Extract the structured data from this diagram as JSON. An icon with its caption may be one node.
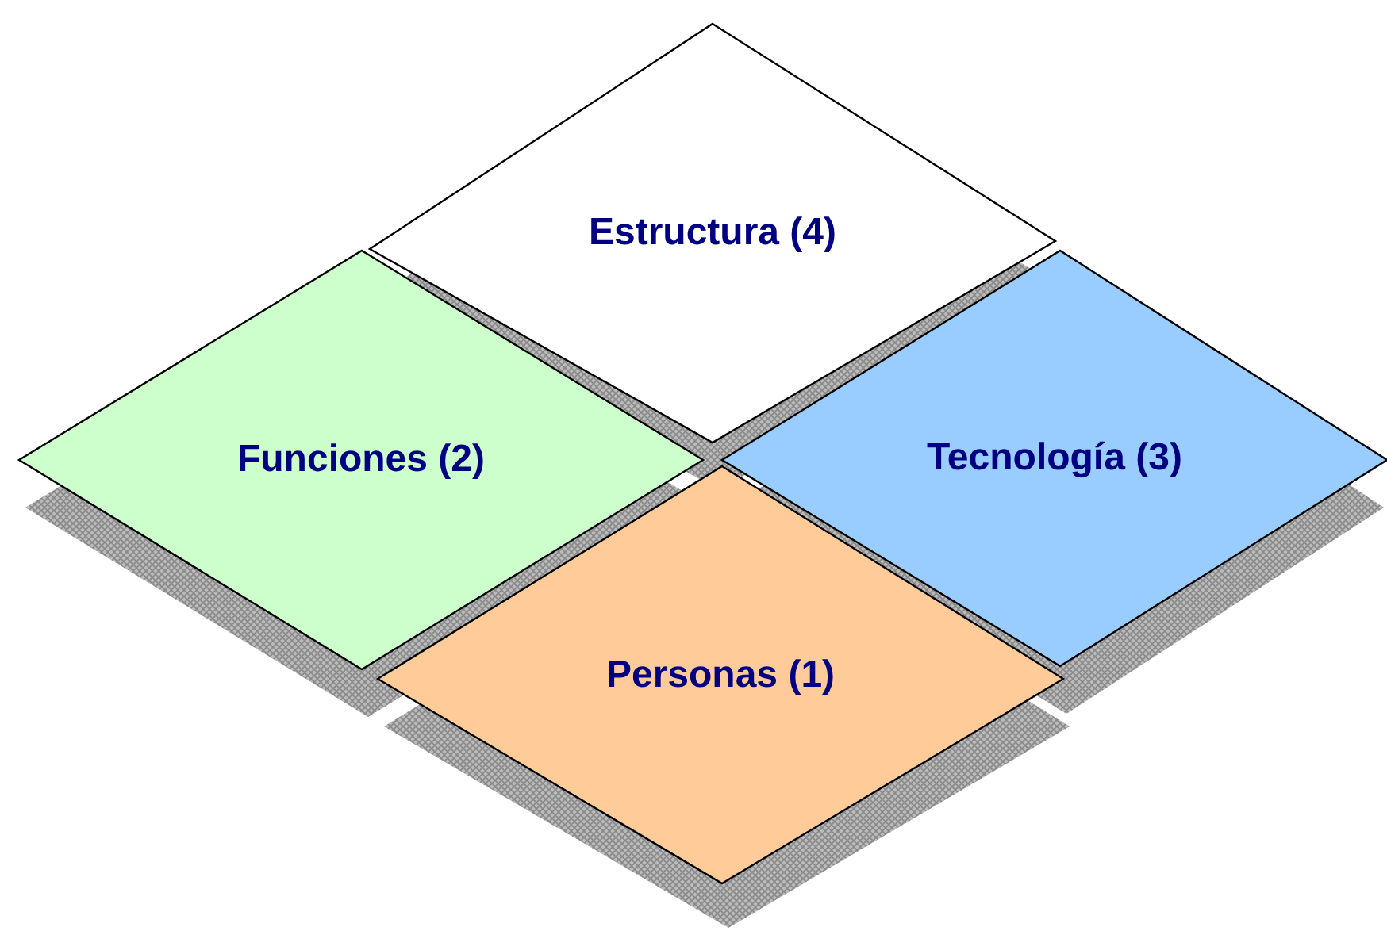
{
  "diagram": {
    "nodes": [
      {
        "text": [
          "Estructura (4)"
        ]
      },
      {
        "text": [
          "Funciones (2)"
        ]
      },
      {
        "text": [
          "Tecnología (3)"
        ]
      },
      {
        "text": [
          "Personas (1)"
        ]
      }
    ]
  }
}
